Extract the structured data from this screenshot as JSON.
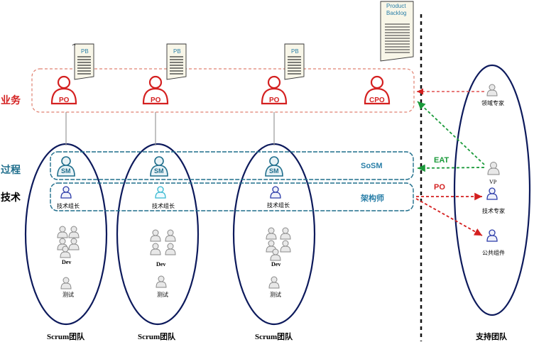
{
  "row_labels": {
    "business": "业务",
    "process": "过程",
    "tech": "技术"
  },
  "docs": {
    "pb": "PB",
    "product_backlog": "Product Backlog"
  },
  "roles": {
    "po": "PO",
    "cpo": "CPO",
    "sm": "SM",
    "tech_lead": "技术组长",
    "dev": "Dev",
    "test": "测试"
  },
  "bands": {
    "sosm": "SoSM",
    "architect": "架构师"
  },
  "teams": {
    "scrum": "Scrum团队",
    "support": "支持团队"
  },
  "support_people": {
    "domain_expert": "领域专家",
    "vp": "VP",
    "tech_expert": "技术专家",
    "common_component": "公共组件"
  },
  "arrow_labels": {
    "eat": "EAT",
    "po": "PO"
  },
  "colors": {
    "business_red": "#d42020",
    "process_teal": "#1f6e8c",
    "team_navy": "#0d1a5c",
    "eat_green": "#1a9a3a"
  }
}
